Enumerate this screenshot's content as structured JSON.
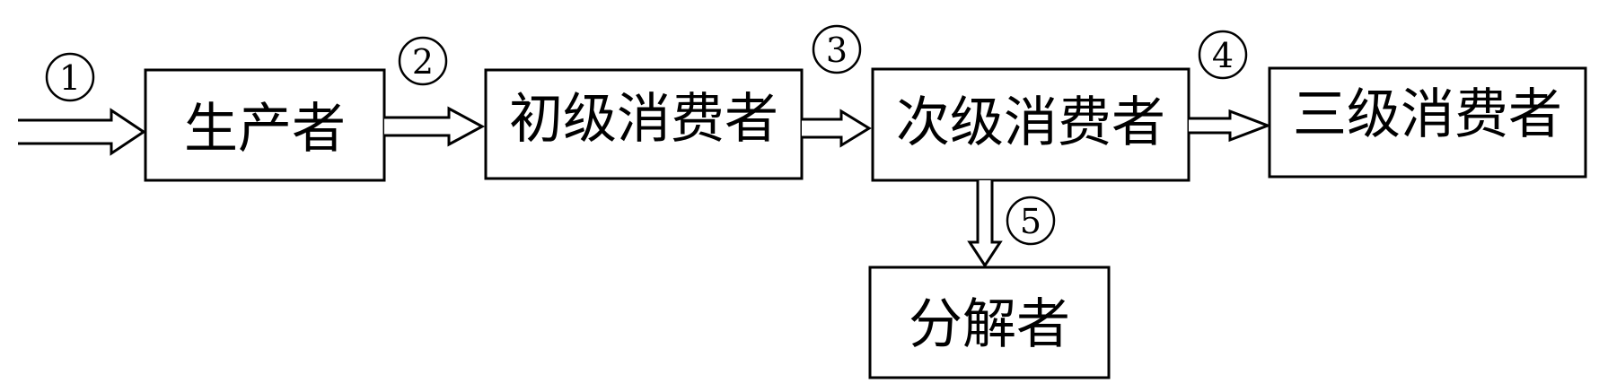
{
  "nodes": {
    "producer": "生产者",
    "primary_consumer": "初级消费者",
    "secondary_consumer": "次级消费者",
    "tertiary_consumer": "三级消费者",
    "decomposer": "分解者"
  },
  "flow_labels": {
    "input": "1",
    "producer_to_primary": "2",
    "primary_to_secondary": "3",
    "secondary_to_tertiary": "4",
    "secondary_to_decomposer": "5"
  },
  "colors": {
    "stroke": "#000000",
    "fill": "#ffffff"
  }
}
